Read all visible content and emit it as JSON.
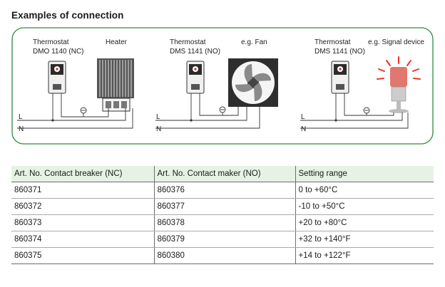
{
  "section_title": "Examples of connection",
  "diagrams": [
    {
      "device_label": "Thermostat",
      "model": "DMO 1140 (NC)",
      "load_label": "Heater"
    },
    {
      "device_label": "Thermostat",
      "model": "DMS 1141 (NO)",
      "load_label": "e.g. Fan"
    },
    {
      "device_label": "Thermostat",
      "model": "DMS 1141 (NO)",
      "load_label": "e.g. Signal device"
    }
  ],
  "wire_labels": {
    "live": "L",
    "neutral": "N"
  },
  "table": {
    "headers": [
      "Art. No. Contact breaker (NC)",
      "Art. No. Contact maker (NO)",
      "Setting range"
    ],
    "rows": [
      [
        "860371",
        "860376",
        "0 to +60°C"
      ],
      [
        "860372",
        "860377",
        "-10 to +50°C"
      ],
      [
        "860373",
        "860378",
        "+20 to +80°C"
      ],
      [
        "860374",
        "860379",
        "+32 to +140°F"
      ],
      [
        "860375",
        "860380",
        "+14 to +122°F"
      ]
    ]
  },
  "colors": {
    "frame_green": "#2e8b3d",
    "header_bg": "#e6f3e4",
    "signal_red": "#e8362a"
  }
}
